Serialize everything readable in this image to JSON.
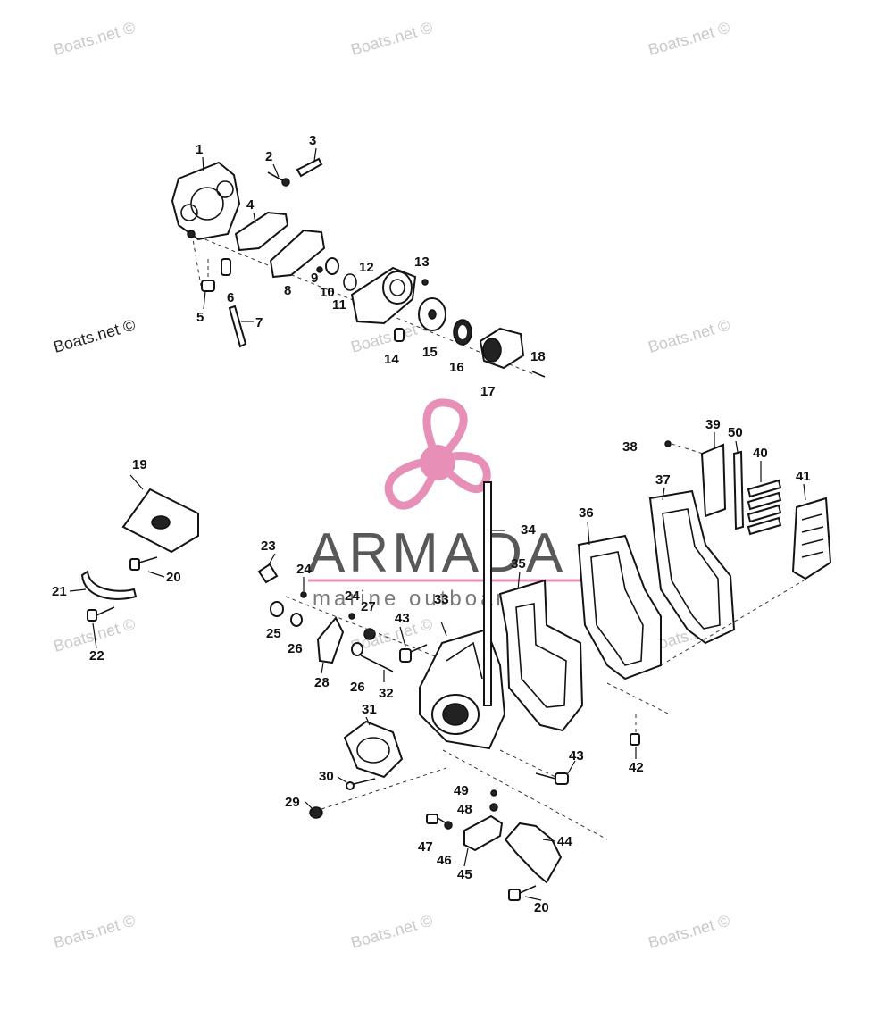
{
  "watermarks": [
    "Boats.net ©",
    "Boats.net ©",
    "Boats.net ©",
    "Boats.net ©",
    "Boats.net ©",
    "Boats.net ©",
    "Boats.net ©",
    "Boats.net ©",
    "Boats.net ©",
    "Boats.net ©",
    "Boats.net ©",
    "Boats.net ©"
  ],
  "logo": {
    "brand": "ARMADA",
    "tagline": "marine outboards",
    "color": "#e88fb8"
  },
  "part_numbers": [
    "1",
    "2",
    "3",
    "4",
    "5",
    "6",
    "7",
    "8",
    "9",
    "10",
    "11",
    "12",
    "13",
    "14",
    "15",
    "16",
    "17",
    "18",
    "19",
    "20",
    "21",
    "22",
    "23",
    "24",
    "25",
    "26",
    "27",
    "24",
    "28",
    "26",
    "32",
    "33",
    "43",
    "31",
    "30",
    "29",
    "34",
    "35",
    "36",
    "37",
    "38",
    "39",
    "50",
    "40",
    "41",
    "42",
    "43",
    "44",
    "45",
    "46",
    "47",
    "48",
    "49",
    "20"
  ]
}
